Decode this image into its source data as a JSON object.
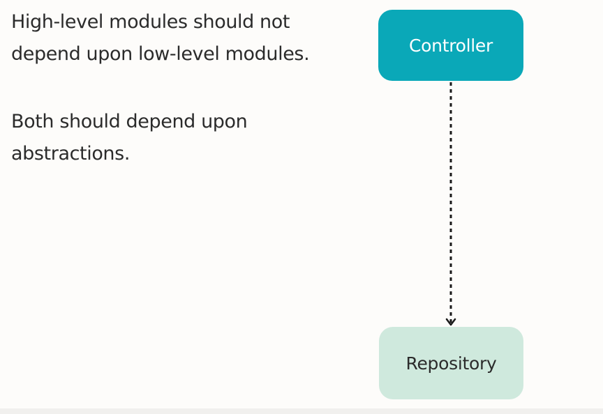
{
  "principle": {
    "line1": "High-level modules should not",
    "line2": "depend upon low-level modules.",
    "line3": "Both should depend upon",
    "line4": "abstractions."
  },
  "diagram": {
    "controller_label": "Controller",
    "repository_label": "Repository",
    "controller_color": "#0aa8b8",
    "repository_color": "#cfe9dd",
    "edge_style": "dotted-arrow",
    "edge_direction": "controller-to-repository"
  }
}
